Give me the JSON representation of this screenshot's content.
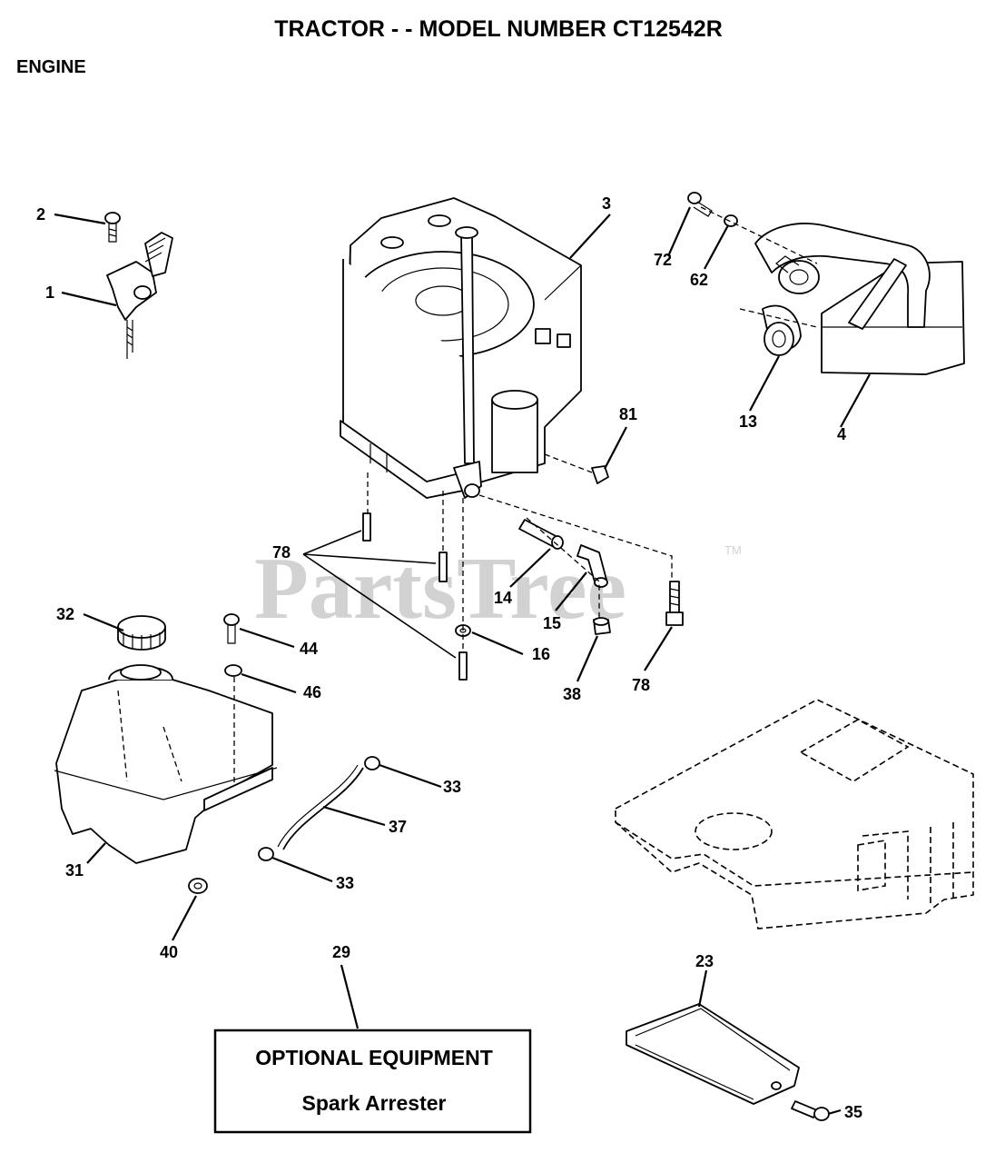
{
  "title": "TRACTOR - - MODEL NUMBER CT12542R",
  "section": "ENGINE",
  "watermark": "PartsTree",
  "watermark_tm": "TM",
  "optional_box": {
    "line1": "OPTIONAL EQUIPMENT",
    "line2": "Spark Arrester"
  },
  "callouts": {
    "p1": "1",
    "p2": "2",
    "p3": "3",
    "p4": "4",
    "p13": "13",
    "p14": "14",
    "p15": "15",
    "p16": "16",
    "p23": "23",
    "p29": "29",
    "p31": "31",
    "p32": "32",
    "p33a": "33",
    "p33b": "33",
    "p35": "35",
    "p37": "37",
    "p38": "38",
    "p40": "40",
    "p44": "44",
    "p46": "46",
    "p62": "62",
    "p72": "72",
    "p78a": "78",
    "p78b": "78",
    "p81": "81"
  }
}
